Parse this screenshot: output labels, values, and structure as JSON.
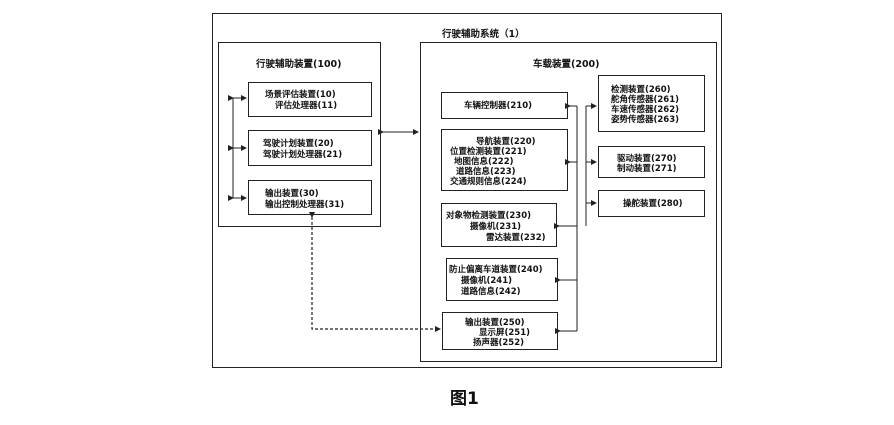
{
  "system": {
    "title": "行驶辅助系统（1）"
  },
  "assist": {
    "title": "行驶辅助装置(100)",
    "scene": {
      "l1": "场景评估装置(10)",
      "l2": "评估处理器(11)"
    },
    "plan": {
      "l1": "驾驶计划装置(20)",
      "l2": "驾驶计划处理器(21)"
    },
    "output": {
      "l1": "输出装置(30)",
      "l2": "输出控制处理器(31)"
    }
  },
  "vehicle": {
    "title": "车载装置(200)",
    "controller": {
      "l1": "车辆控制器(210)"
    },
    "nav": {
      "l1": "导航装置(220)",
      "l2": "位置检测装置(221)",
      "l3": "地图信息(222)",
      "l4": "道路信息(223)",
      "l5": "交通规则信息(224)"
    },
    "objdet": {
      "l1": "对象物检测装置(230)",
      "l2": "摄像机(231)",
      "l3": "雷达装置(232)"
    },
    "lane": {
      "l1": "防止偏离车道装置(240)",
      "l2": "摄像机(241)",
      "l3": "道路信息(242)"
    },
    "vout": {
      "l1": "输出装置(250)",
      "l2": "显示屏(251)",
      "l3": "扬声器(252)"
    },
    "detect": {
      "l1": "检测装置(260)",
      "l2": "舵角传感器(261)",
      "l3": "车速传感器(262)",
      "l4": "姿势传感器(263)"
    },
    "drive": {
      "l1": "驱动装置(270)",
      "l2": "制动装置(271)"
    },
    "steer": {
      "l1": "操舵装置(280)"
    }
  },
  "caption": "图1"
}
